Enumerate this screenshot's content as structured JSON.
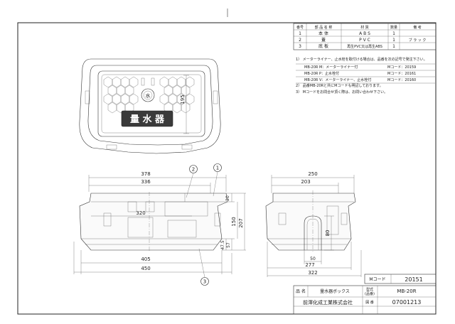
{
  "parts_table": {
    "headers": [
      "番号",
      "部 品 名 称",
      "材 質",
      "数量",
      "備 考"
    ],
    "rows": [
      [
        "1",
        "本 体",
        "A B S",
        "1",
        ""
      ],
      [
        "2",
        "蓋",
        "P V C",
        "1",
        "ブ ラ ッ ク"
      ],
      [
        "3",
        "底 板",
        "再生PVC又は再生ABS",
        "1",
        ""
      ]
    ]
  },
  "notes": {
    "note1": "1） メーターライナー、止水栓を取付ける場合は、品番を次の記号で発注下さい。",
    "codes": [
      {
        "model": "MB-20R M：メーターライナー付",
        "code": "Mコード：20159"
      },
      {
        "model": "MB-20R P：止水栓付",
        "code": "Mコード：20161"
      },
      {
        "model": "MB-20R V：メーターライナー、止水栓付",
        "code": "Mコード：20160"
      }
    ],
    "note2": "2） 品番MB-20Rと共にMコードも明記しております。",
    "note3": "3） Mコードをお問合せ頂く際は、お問い合わせ下さい。"
  },
  "lid_label": "量 水 器",
  "dimensions": {
    "top_depth": "195",
    "front_width_outer": "378",
    "front_width_inner": "336",
    "front_inner_320": "320",
    "front_height_20": "20",
    "front_height_150": "150",
    "front_height_207": "207",
    "front_height_47_5": "47.5",
    "front_height_57": "57",
    "front_bottom_405": "405",
    "front_bottom_450": "450",
    "side_width_250": "250",
    "side_width_203": "203",
    "side_height_80": "80",
    "side_bottom_50": "50",
    "side_bottom_277": "277",
    "side_bottom_322": "322"
  },
  "balloons": [
    "2",
    "1",
    "3"
  ],
  "title_block": {
    "m_code_label": "Mコード",
    "m_code_value": "20151",
    "name_label": "品 名",
    "name_value": "量水器ボックス",
    "model_label": "型式",
    "model_sub": "(品番)",
    "model_value": "MB-20R",
    "company": "前澤化成工業株式会社",
    "drawing_no_label": "図 番",
    "drawing_no_value": "07001213"
  }
}
